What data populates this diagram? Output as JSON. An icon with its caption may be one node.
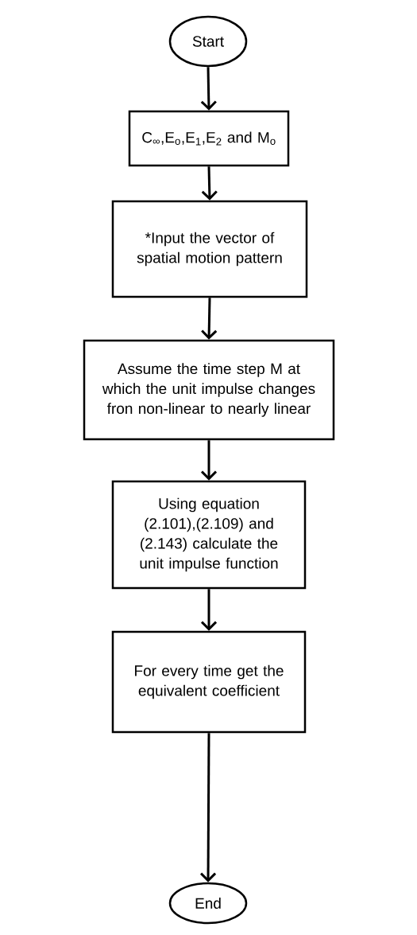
{
  "diagram": {
    "nodes": [
      {
        "text": [
          "Start"
        ]
      },
      {
        "text": [
          "C$_{∞}$,E$_{o}$,E$_{1}$,E$_{2}$ and M$_{o}$"
        ]
      },
      {
        "text": [
          "*Input the vector of spatial motion pattern"
        ]
      },
      {
        "text": [
          "Assume the time step M at which the unit impulse changes fron non-linear to nearly linear"
        ]
      },
      {
        "text": [
          "Using equation (2.101),(2.109) and (2.143) calculate the unit impulse function"
        ]
      },
      {
        "text": [
          "For every time get the equivalent coefficient"
        ]
      },
      {
        "text": [
          "End"
        ]
      }
    ],
    "edges": [
      {
        "from": 0,
        "to": 1,
        "arrow": "to"
      },
      {
        "from": 1,
        "to": 2,
        "arrow": "to"
      },
      {
        "from": 2,
        "to": 3,
        "arrow": "to"
      },
      {
        "from": 3,
        "to": 4,
        "arrow": "to"
      },
      {
        "from": 4,
        "to": 5,
        "arrow": "to"
      },
      {
        "from": 5,
        "to": 6,
        "arrow": "to"
      }
    ]
  }
}
